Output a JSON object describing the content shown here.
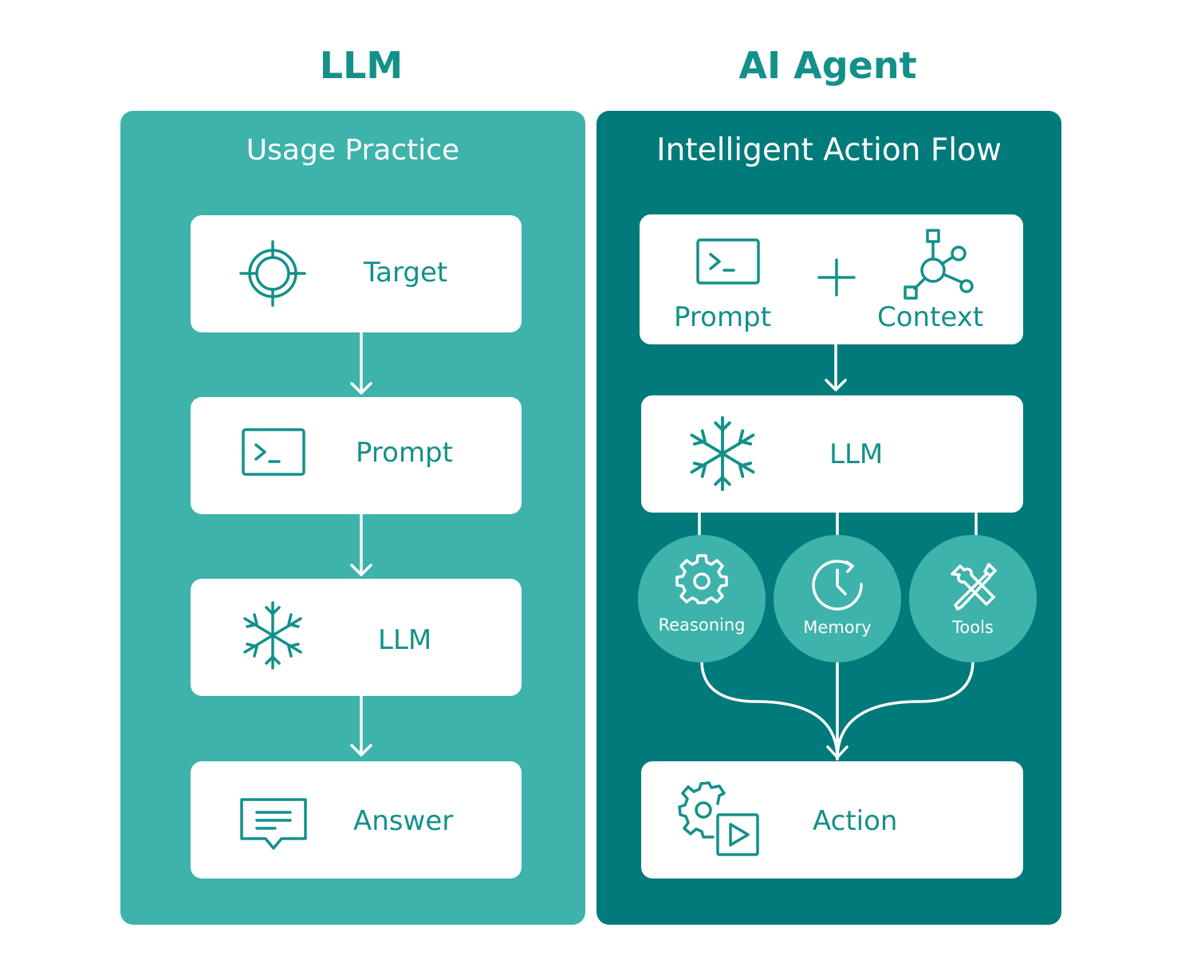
{
  "left": {
    "heading": "LLM",
    "panel_title": "Usage Practice",
    "steps": [
      {
        "label": "Target",
        "icon": "target-icon"
      },
      {
        "label": "Prompt",
        "icon": "terminal-prompt-icon"
      },
      {
        "label": "LLM",
        "icon": "snowflake-icon"
      },
      {
        "label": "Answer",
        "icon": "chat-bubble-icon"
      }
    ]
  },
  "right": {
    "heading": "AI Agent",
    "panel_title": "Intelligent Action Flow",
    "input": {
      "prompt_label": "Prompt",
      "plus": "+",
      "context_label": "Context",
      "prompt_icon": "terminal-prompt-icon",
      "context_icon": "network-nodes-icon"
    },
    "llm": {
      "label": "LLM",
      "icon": "snowflake-icon"
    },
    "capabilities": [
      {
        "label": "Reasoning",
        "icon": "gear-icon"
      },
      {
        "label": "Memory",
        "icon": "clock-icon"
      },
      {
        "label": "Tools",
        "icon": "wrench-screwdriver-icon"
      }
    ],
    "action": {
      "label": "Action",
      "icon": "gear-play-icon"
    }
  },
  "colors": {
    "heading": "#13908a",
    "left_panel": "#3db3ab",
    "right_panel": "#007a7a",
    "card": "#ffffff",
    "accent": "#13908a"
  }
}
